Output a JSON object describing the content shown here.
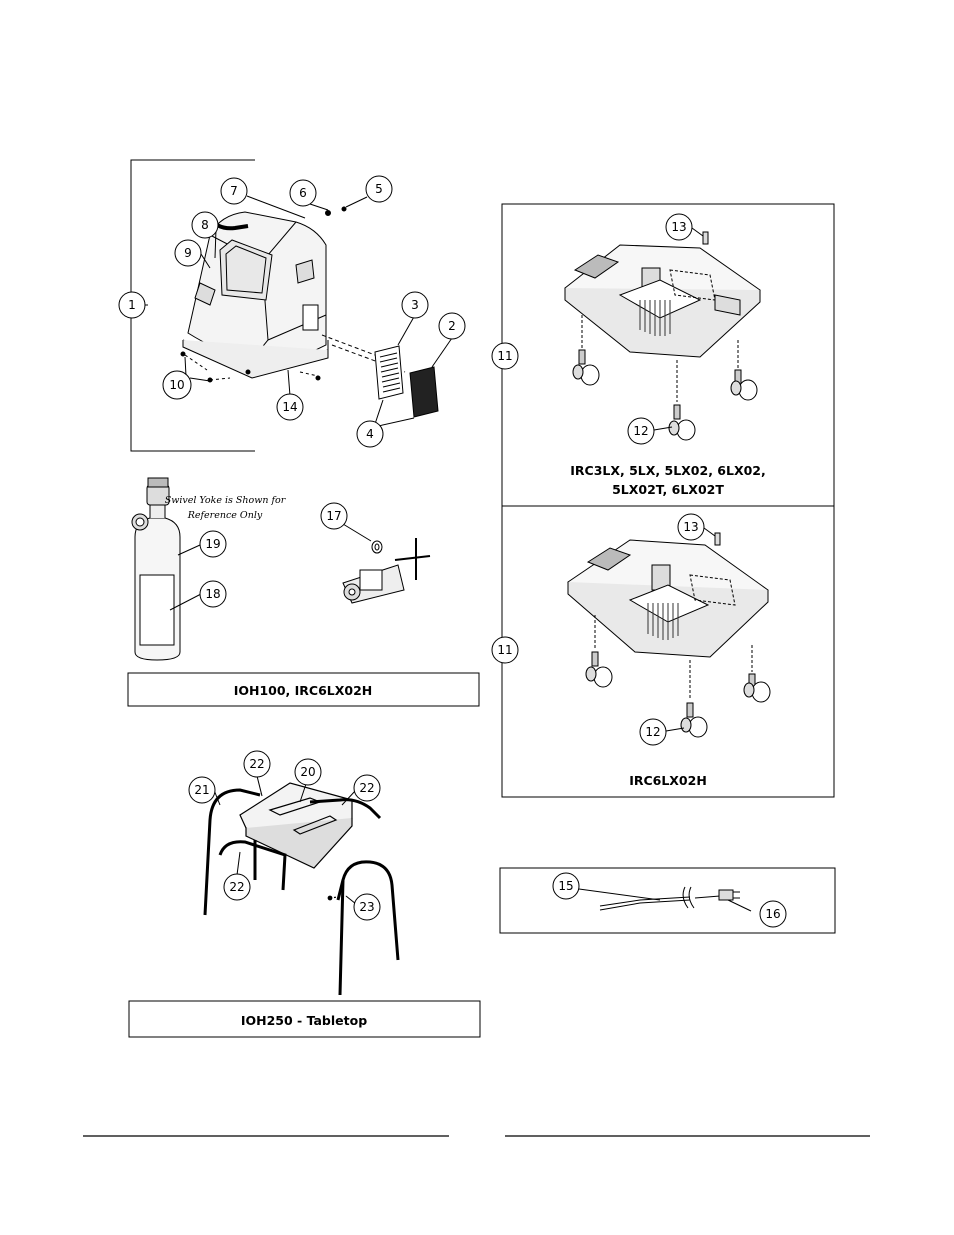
{
  "note": [
    "Swivel Yoke is Shown for",
    "Reference Only"
  ],
  "captions": {
    "cylinder": "IOH100, IRC6LX02H",
    "tabletop": "IOH250 - Tabletop",
    "base_top": [
      "IRC3LX, 5LX, 5LX02, 6LX02,",
      "5LX02T, 6LX02T"
    ],
    "base_bottom": "IRC6LX02H"
  },
  "callouts": {
    "c1": "1",
    "c2": "2",
    "c3": "3",
    "c4": "4",
    "c5": "5",
    "c6": "6",
    "c7": "7",
    "c8": "8",
    "c9": "9",
    "c10": "10",
    "c14": "14",
    "c11a": "11",
    "c12a": "12",
    "c13a": "13",
    "c11b": "11",
    "c12b": "12",
    "c13b": "13",
    "c15": "15",
    "c16": "16",
    "c17": "17",
    "c18": "18",
    "c19": "19",
    "c20": "20",
    "c21": "21",
    "c22a": "22",
    "c22b": "22",
    "c22c": "22",
    "c23": "23"
  }
}
